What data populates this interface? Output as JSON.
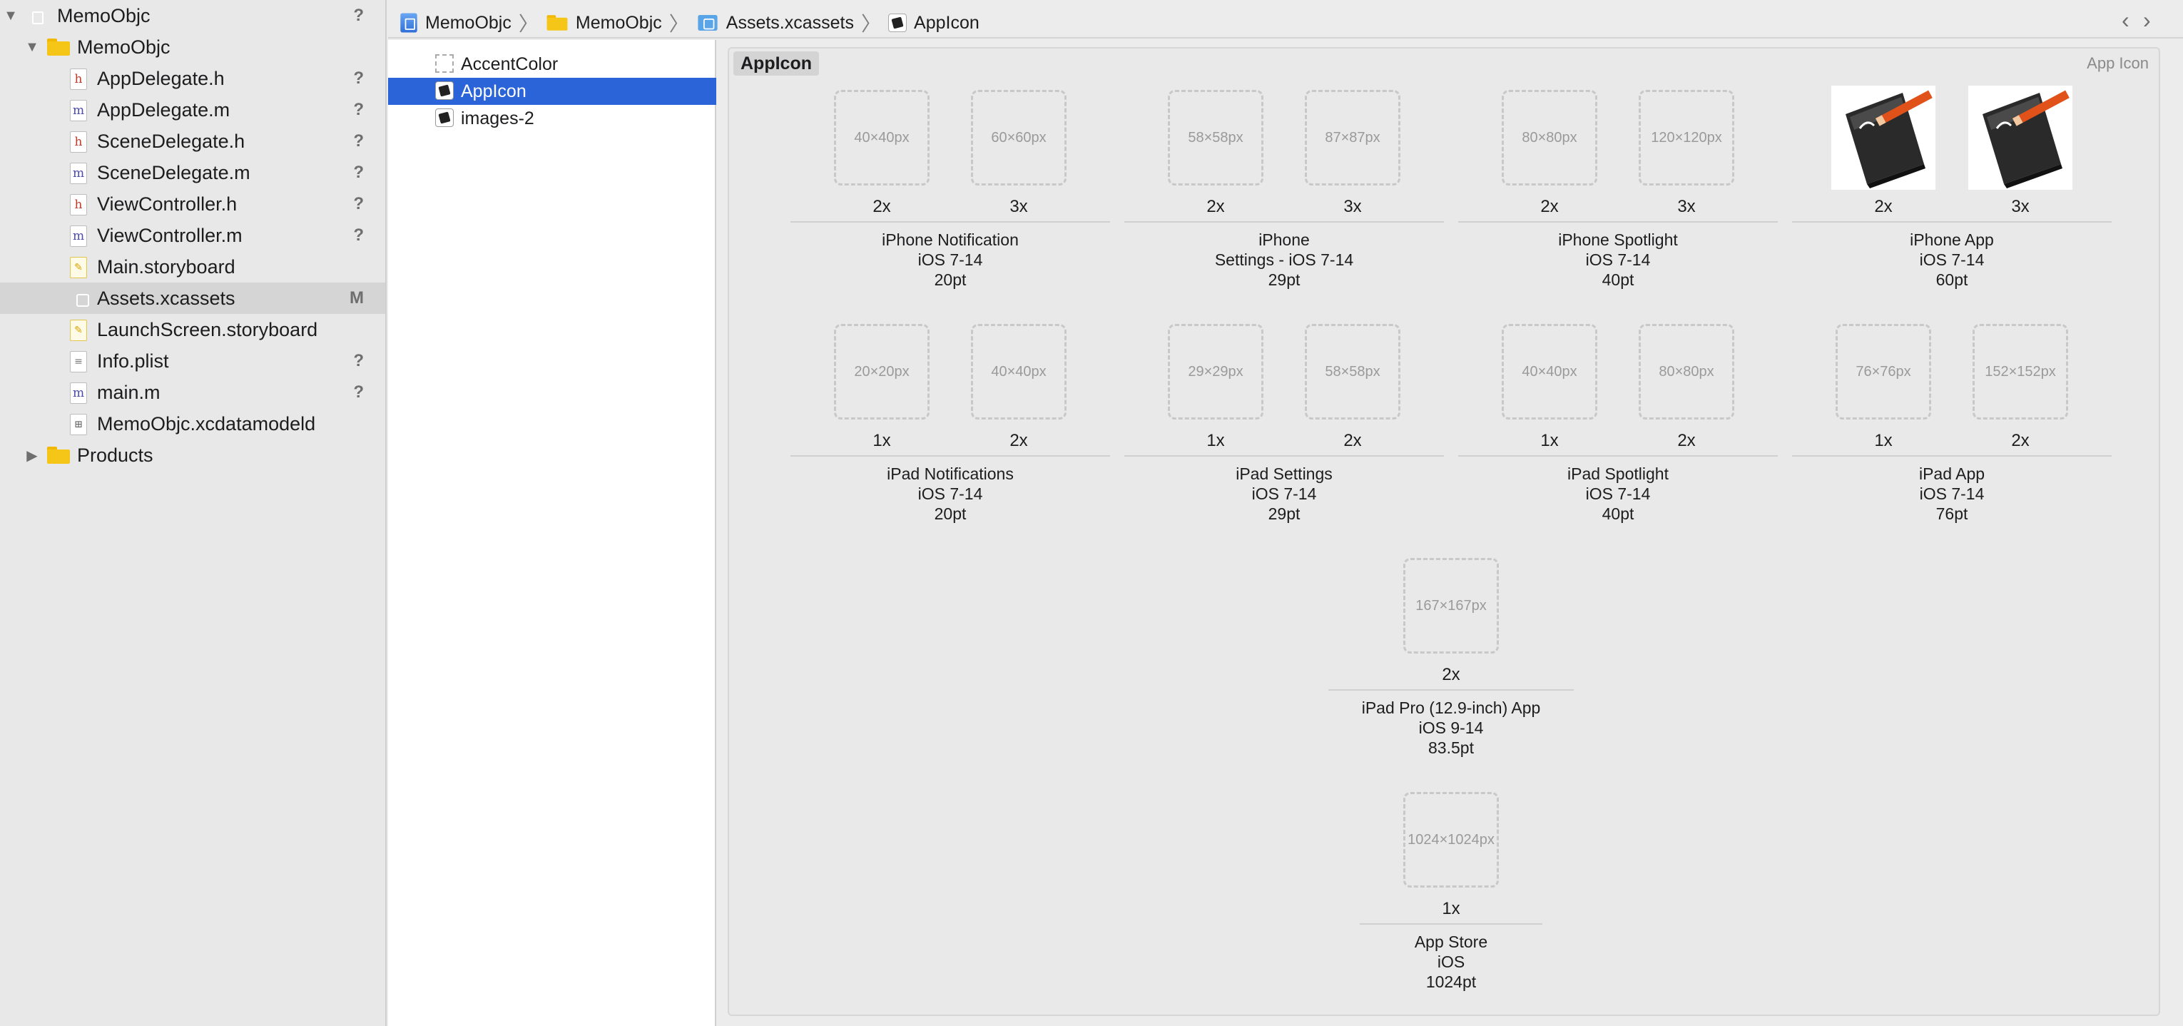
{
  "navigator": {
    "items": [
      {
        "label": "MemoObjc",
        "status": "?",
        "kind": "project",
        "level": 0,
        "disclosure": "expanded"
      },
      {
        "label": "MemoObjc",
        "status": "",
        "kind": "folder",
        "level": 1,
        "disclosure": "expanded"
      },
      {
        "label": "AppDelegate.h",
        "status": "?",
        "kind": "h",
        "level": 2
      },
      {
        "label": "AppDelegate.m",
        "status": "?",
        "kind": "m",
        "level": 2
      },
      {
        "label": "SceneDelegate.h",
        "status": "?",
        "kind": "h",
        "level": 2
      },
      {
        "label": "SceneDelegate.m",
        "status": "?",
        "kind": "m",
        "level": 2
      },
      {
        "label": "ViewController.h",
        "status": "?",
        "kind": "h",
        "level": 2
      },
      {
        "label": "ViewController.m",
        "status": "?",
        "kind": "m",
        "level": 2
      },
      {
        "label": "Main.storyboard",
        "status": "",
        "kind": "storyboard",
        "level": 2
      },
      {
        "label": "Assets.xcassets",
        "status": "M",
        "kind": "assets",
        "level": 2,
        "selected": true
      },
      {
        "label": "LaunchScreen.storyboard",
        "status": "",
        "kind": "storyboard",
        "level": 2
      },
      {
        "label": "Info.plist",
        "status": "?",
        "kind": "plist",
        "level": 2
      },
      {
        "label": "main.m",
        "status": "?",
        "kind": "m",
        "level": 2
      },
      {
        "label": "MemoObjc.xcdatamodeld",
        "status": "",
        "kind": "datamodel",
        "level": 2
      },
      {
        "label": "Products",
        "status": "",
        "kind": "folder",
        "level": 1,
        "disclosure": "collapsed"
      }
    ]
  },
  "jumpbar": {
    "crumbs": [
      "MemoObjc",
      "MemoObjc",
      "Assets.xcassets",
      "AppIcon"
    ],
    "back": "‹",
    "forward": "›"
  },
  "asset_list": {
    "items": [
      {
        "label": "AccentColor",
        "kind": "color"
      },
      {
        "label": "AppIcon",
        "kind": "appicon",
        "selected": true
      },
      {
        "label": "images-2",
        "kind": "image"
      }
    ]
  },
  "editor": {
    "set_name": "AppIcon",
    "set_kind": "App Icon",
    "groups": [
      {
        "lines": [
          "iPhone Notification",
          "iOS 7-14",
          "20pt"
        ],
        "slots": [
          {
            "size": "40×40px",
            "scale": "2x"
          },
          {
            "size": "60×60px",
            "scale": "3x"
          }
        ]
      },
      {
        "lines": [
          "iPhone",
          "Settings - iOS 7-14",
          "29pt"
        ],
        "slots": [
          {
            "size": "58×58px",
            "scale": "2x"
          },
          {
            "size": "87×87px",
            "scale": "3x"
          }
        ]
      },
      {
        "lines": [
          "iPhone Spotlight",
          "iOS 7-14",
          "40pt"
        ],
        "slots": [
          {
            "size": "80×80px",
            "scale": "2x"
          },
          {
            "size": "120×120px",
            "scale": "3x"
          }
        ]
      },
      {
        "lines": [
          "iPhone App",
          "iOS 7-14",
          "60pt"
        ],
        "slots": [
          {
            "size": "",
            "scale": "2x",
            "filled": true
          },
          {
            "size": "",
            "scale": "3x",
            "filled": true
          }
        ]
      },
      {
        "lines": [
          "iPad Notifications",
          "iOS 7-14",
          "20pt"
        ],
        "slots": [
          {
            "size": "20×20px",
            "scale": "1x"
          },
          {
            "size": "40×40px",
            "scale": "2x"
          }
        ]
      },
      {
        "lines": [
          "iPad Settings",
          "iOS 7-14",
          "29pt"
        ],
        "slots": [
          {
            "size": "29×29px",
            "scale": "1x"
          },
          {
            "size": "58×58px",
            "scale": "2x"
          }
        ]
      },
      {
        "lines": [
          "iPad Spotlight",
          "iOS 7-14",
          "40pt"
        ],
        "slots": [
          {
            "size": "40×40px",
            "scale": "1x"
          },
          {
            "size": "80×80px",
            "scale": "2x"
          }
        ]
      },
      {
        "lines": [
          "iPad App",
          "iOS 7-14",
          "76pt"
        ],
        "slots": [
          {
            "size": "76×76px",
            "scale": "1x"
          },
          {
            "size": "152×152px",
            "scale": "2x"
          }
        ]
      },
      {
        "lines": [
          "iPad Pro (12.9-inch) App",
          "iOS 9-14",
          "83.5pt"
        ],
        "slots": [
          {
            "size": "167×167px",
            "scale": "2x"
          }
        ]
      },
      {
        "lines": [
          "App Store",
          "iOS",
          "1024pt"
        ],
        "slots": [
          {
            "size": "1024×1024px",
            "scale": "1x"
          }
        ]
      }
    ]
  }
}
